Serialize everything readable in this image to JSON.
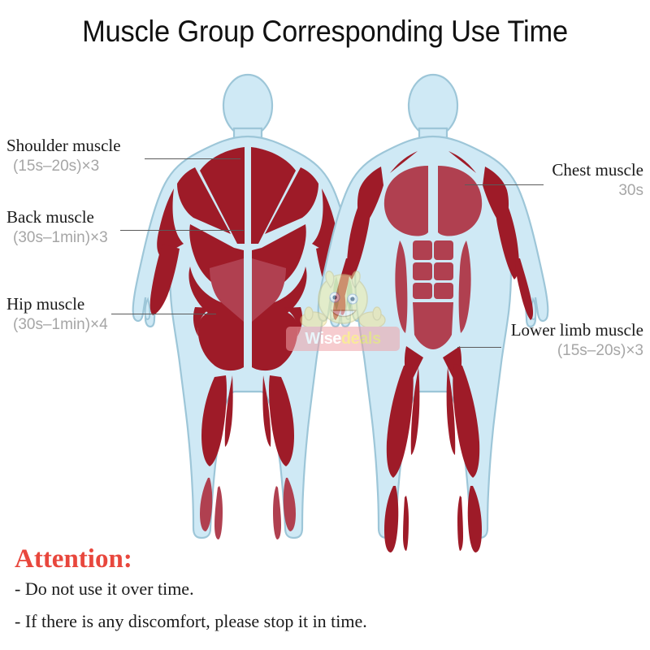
{
  "page": {
    "title": "Muscle Group Corresponding Use Time",
    "background_color": "#ffffff"
  },
  "diagram": {
    "body_fill": "#cfe9f5",
    "body_stroke": "#9dc6d8",
    "muscle_fill": "#9e1b28",
    "muscle_fill_light": "#b04050",
    "figures": [
      {
        "name": "back-view-body",
        "orientation": "posterior"
      },
      {
        "name": "front-view-body",
        "orientation": "anterior"
      }
    ]
  },
  "callouts": {
    "shoulder": {
      "label": "Shoulder muscle",
      "time": "(15s–20s)×3"
    },
    "back": {
      "label": "Back muscle",
      "time": "(30s–1min)×3"
    },
    "hip": {
      "label": "Hip muscle",
      "time": "(30s–1min)×4"
    },
    "chest": {
      "label": "Chest muscle",
      "time": "30s"
    },
    "lower": {
      "label": "Lower limb muscle",
      "time": "(15s–20s)×3"
    }
  },
  "attention": {
    "heading": "Attention:",
    "heading_color": "#e8473d",
    "lines": [
      "- Do not use it over time.",
      "- If there is any discomfort, please stop it in time."
    ]
  },
  "watermark": {
    "brand_first": "Wise",
    "brand_second": "deals"
  }
}
